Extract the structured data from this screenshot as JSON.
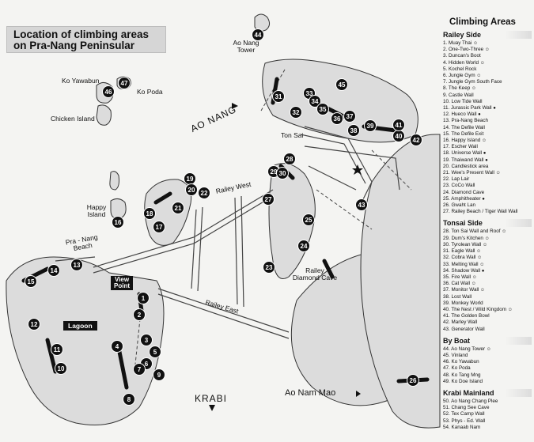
{
  "title": {
    "line1": "Location of climbing areas",
    "line2": "on Pra-Nang Peninsular"
  },
  "labels": {
    "ao_nang_tower": "Ao Nang\nTower",
    "ko_yawabun": "Ko Yawabun",
    "ko_poda": "Ko Poda",
    "chicken_island": "Chicken Island",
    "happy_island": "Happy\nIsland",
    "ao_nang": "AO NANG",
    "ton_sai": "Ton Sai",
    "railey_west": "Railey West",
    "railey_east": "Railey East",
    "pra_nang_beach": "Pra - Nang\nBeach",
    "view_point": "View\nPoint",
    "lagoon": "Lagoon",
    "railey_diamond_cave": "Railey\nDiamond Cave",
    "krabi": "KRABI",
    "ao_nam_mao": "Ao Nam Mao"
  },
  "markers": [
    "4",
    "5",
    "6",
    "7",
    "8",
    "9",
    "10",
    "11",
    "12",
    "13",
    "14",
    "15",
    "16",
    "17",
    "18",
    "19",
    "20",
    "21",
    "22",
    "23",
    "24",
    "25",
    "26",
    "27",
    "28",
    "29",
    "30",
    "31",
    "32",
    "33",
    "34",
    "35",
    "36",
    "37",
    "38",
    "39",
    "40",
    "41",
    "42",
    "43",
    "44",
    "45",
    "46",
    "47",
    "1",
    "2",
    "3"
  ],
  "legend": {
    "title": "Climbing Areas",
    "sections": [
      {
        "heading": "Railey Side",
        "items": [
          {
            "text": "1. Muay Thai",
            "mark": "smile"
          },
          {
            "text": "2. One-Two-Three",
            "mark": "smile"
          },
          {
            "text": "3. Duncan's Boot",
            "mark": ""
          },
          {
            "text": "4. Hidden World",
            "mark": "smile"
          },
          {
            "text": "5. Kochel Rock",
            "mark": ""
          },
          {
            "text": "6. Jungle Gym",
            "mark": "smile"
          },
          {
            "text": "7. Jungle Gym South Face",
            "mark": ""
          },
          {
            "text": "8. The Keep",
            "mark": "smile"
          },
          {
            "text": "9. Castle Wall",
            "mark": ""
          },
          {
            "text": "10. Low Tide Wall",
            "mark": ""
          },
          {
            "text": "11. Jurassic Park Wall",
            "mark": "dot"
          },
          {
            "text": "12. Hueco Wall",
            "mark": "dot"
          },
          {
            "text": "13. Pra-Nang Beach",
            "mark": ""
          },
          {
            "text": "14. The Defile Wall",
            "mark": ""
          },
          {
            "text": "15. The Defile Exit",
            "mark": ""
          },
          {
            "text": "16. Happy Island",
            "mark": "smile"
          },
          {
            "text": "17. Escher Wall",
            "mark": ""
          },
          {
            "text": "18. Universe Wall",
            "mark": "dot"
          },
          {
            "text": "19. Thaiwand Wall",
            "mark": "dot"
          },
          {
            "text": "20. Candlestick area",
            "mark": ""
          },
          {
            "text": "21. Wee's Present Wall",
            "mark": "smile"
          },
          {
            "text": "22. Lap Lair",
            "mark": ""
          },
          {
            "text": "23. CoCo Wall",
            "mark": ""
          },
          {
            "text": "24. Diamond Cave",
            "mark": ""
          },
          {
            "text": "25. Amphitheater",
            "mark": "dot"
          },
          {
            "text": "26. Gwaht Lan",
            "mark": ""
          },
          {
            "text": "27. Railey Beach / Tiger Wall Wall",
            "mark": ""
          }
        ]
      },
      {
        "heading": "Tonsai Side",
        "items": [
          {
            "text": "28. Ton Sai Wall and Roof",
            "mark": "smile"
          },
          {
            "text": "29. Dum's Kitchen",
            "mark": "smile"
          },
          {
            "text": "30. Tyrolean Wall",
            "mark": "smile"
          },
          {
            "text": "31. Eagle Wall",
            "mark": "smile"
          },
          {
            "text": "32. Cobra Wall",
            "mark": "smile"
          },
          {
            "text": "33. Melting Wall",
            "mark": "smile"
          },
          {
            "text": "34. Shadow Wall",
            "mark": "dot"
          },
          {
            "text": "35. Fire Wall",
            "mark": "smile"
          },
          {
            "text": "36. Cat Wall",
            "mark": "smile"
          },
          {
            "text": "37. Monitor Wall",
            "mark": "smile"
          },
          {
            "text": "38. Lost Wall",
            "mark": ""
          },
          {
            "text": "39. Monkey World",
            "mark": ""
          },
          {
            "text": "40. The Nest / Wild Kingdom",
            "mark": "smile"
          },
          {
            "text": "41. The Golden Bowl",
            "mark": ""
          },
          {
            "text": "42. Marley Wall",
            "mark": ""
          },
          {
            "text": "43. Generator Wall",
            "mark": ""
          }
        ]
      },
      {
        "heading": "By Boat",
        "items": [
          {
            "text": "44. Ao Nang Tower",
            "mark": "smile"
          },
          {
            "text": "45. Vinland",
            "mark": ""
          },
          {
            "text": "46. Ko Yawabun",
            "mark": ""
          },
          {
            "text": "47. Ko Poda",
            "mark": ""
          },
          {
            "text": "48. Ko Tang Mng",
            "mark": ""
          },
          {
            "text": "49. Ko Doe Island",
            "mark": ""
          }
        ]
      },
      {
        "heading": "Krabi Mainland",
        "items": [
          {
            "text": "50. Ao Nang Chang Plee",
            "mark": ""
          },
          {
            "text": "51. Chang See Cave",
            "mark": ""
          },
          {
            "text": "52. Tex Camp Wall",
            "mark": ""
          },
          {
            "text": "53. Phys - Ed. Wall",
            "mark": ""
          },
          {
            "text": "54. Kanaab Nam",
            "mark": ""
          }
        ]
      }
    ]
  },
  "colors": {
    "land": "#dcdcdc",
    "cliff": "#1a1a1a",
    "sea": "#f4f4f2",
    "marker": "#111111"
  }
}
